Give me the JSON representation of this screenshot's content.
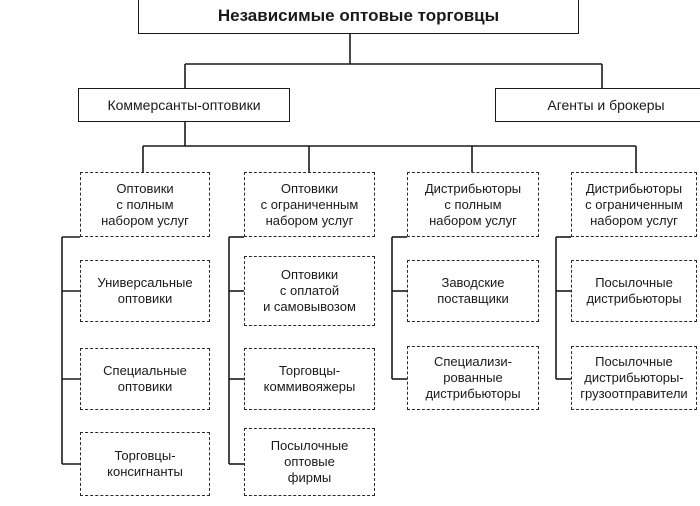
{
  "root": {
    "label": "Независимые оптовые торговцы"
  },
  "branches": {
    "left": "Коммерсанты-оптовики",
    "right": "Агенты и брокеры"
  },
  "columns": [
    {
      "header": "Оптовики\nс полным\nнабором услуг",
      "items": [
        "Универсальные\nоптовики",
        "Специальные\nоптовики",
        "Торговцы-\nконсигнанты"
      ]
    },
    {
      "header": "Оптовики\nс ограниченным\nнабором услуг",
      "items": [
        "Оптовики\nс оплатой\nи самовывозом",
        "Торговцы-\nкоммивояжеры",
        "Посылочные\nоптовые\nфирмы"
      ]
    },
    {
      "header": "Дистрибьюторы\nс полным\nнабором услуг",
      "items": [
        "Заводские\nпоставщики",
        "Специализи-\nрованные\nдистрибьюторы"
      ]
    },
    {
      "header": "Дистрибьюторы\nс ограниченным\nнабором услуг",
      "items": [
        "Посылочные\nдистрибьюторы",
        "Посылочные\nдистрибьюторы-\nгрузоотправители"
      ]
    }
  ]
}
